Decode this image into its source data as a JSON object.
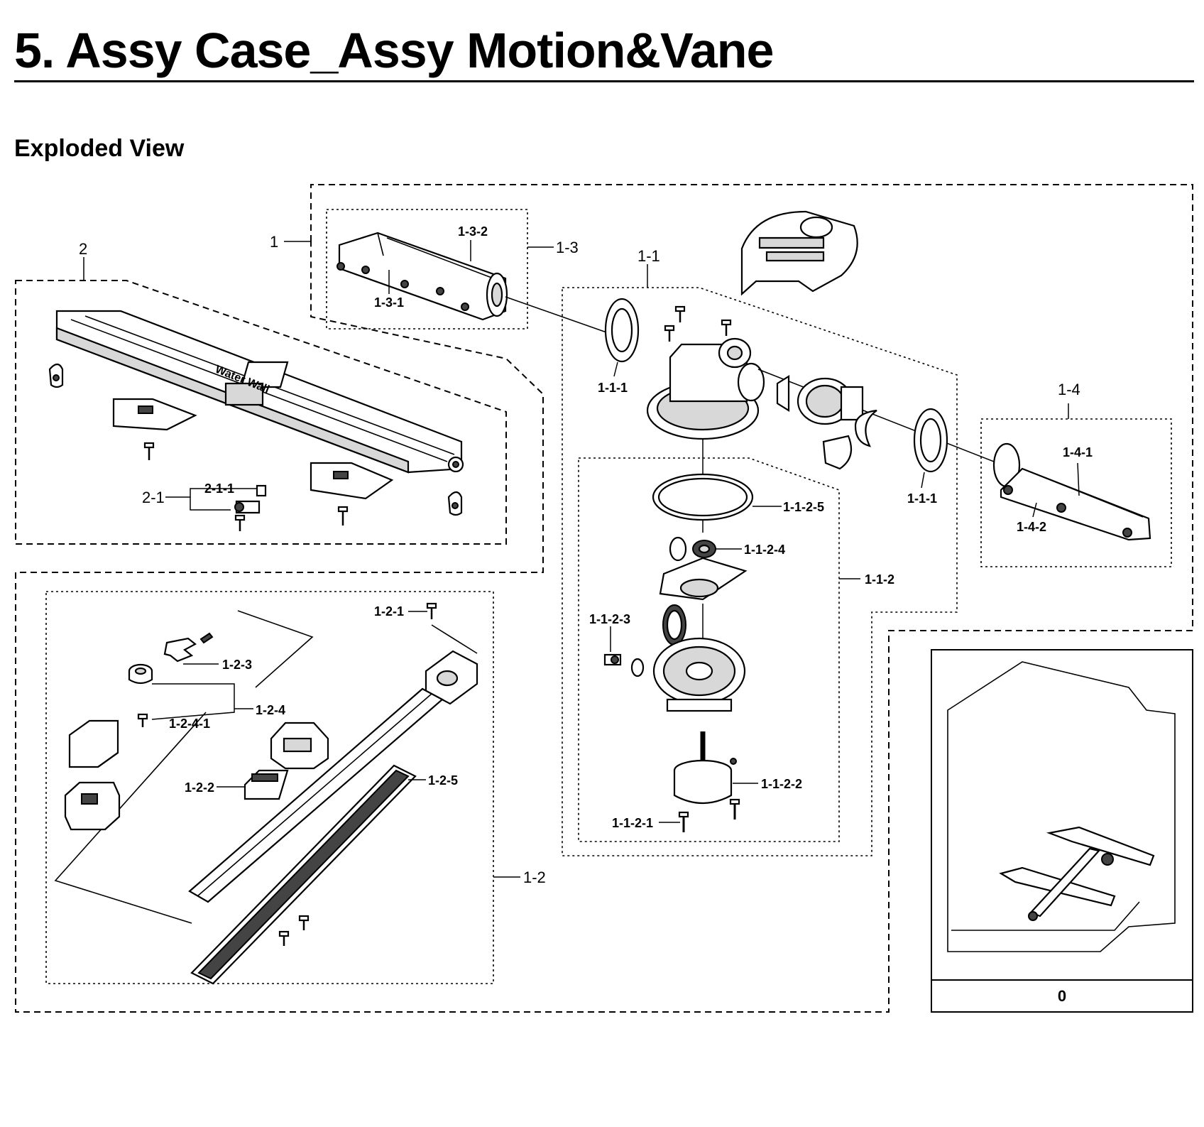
{
  "header": {
    "title": "5.  Assy Case_Assy Motion&Vane",
    "subtitle": "Exploded View"
  },
  "diagram": {
    "groups": {
      "g1": "1",
      "g2": "2",
      "g1_1": "1-1",
      "g1_2": "1-2",
      "g1_3": "1-3",
      "g1_4": "1-4",
      "g1_1_2": "1-1-2"
    },
    "parts": {
      "p1_3_1": "1-3-1",
      "p1_3_2": "1-3-2",
      "p1_1_1_a": "1-1-1",
      "p1_1_1_b": "1-1-1",
      "p1_4_1": "1-4-1",
      "p1_4_2": "1-4-2",
      "p1_1_2_1": "1-1-2-1",
      "p1_1_2_2": "1-1-2-2",
      "p1_1_2_3": "1-1-2-3",
      "p1_1_2_4": "1-1-2-4",
      "p1_1_2_5": "1-1-2-5",
      "p2_1": "2-1",
      "p2_1_1": "2-1-1",
      "p1_2_1": "1-2-1",
      "p1_2_2": "1-2-2",
      "p1_2_3": "1-2-3",
      "p1_2_4": "1-2-4",
      "p1_2_4_1": "1-2-4-1",
      "p1_2_5": "1-2-5"
    },
    "brand_text": "Water Wall",
    "overview_label": "0"
  }
}
